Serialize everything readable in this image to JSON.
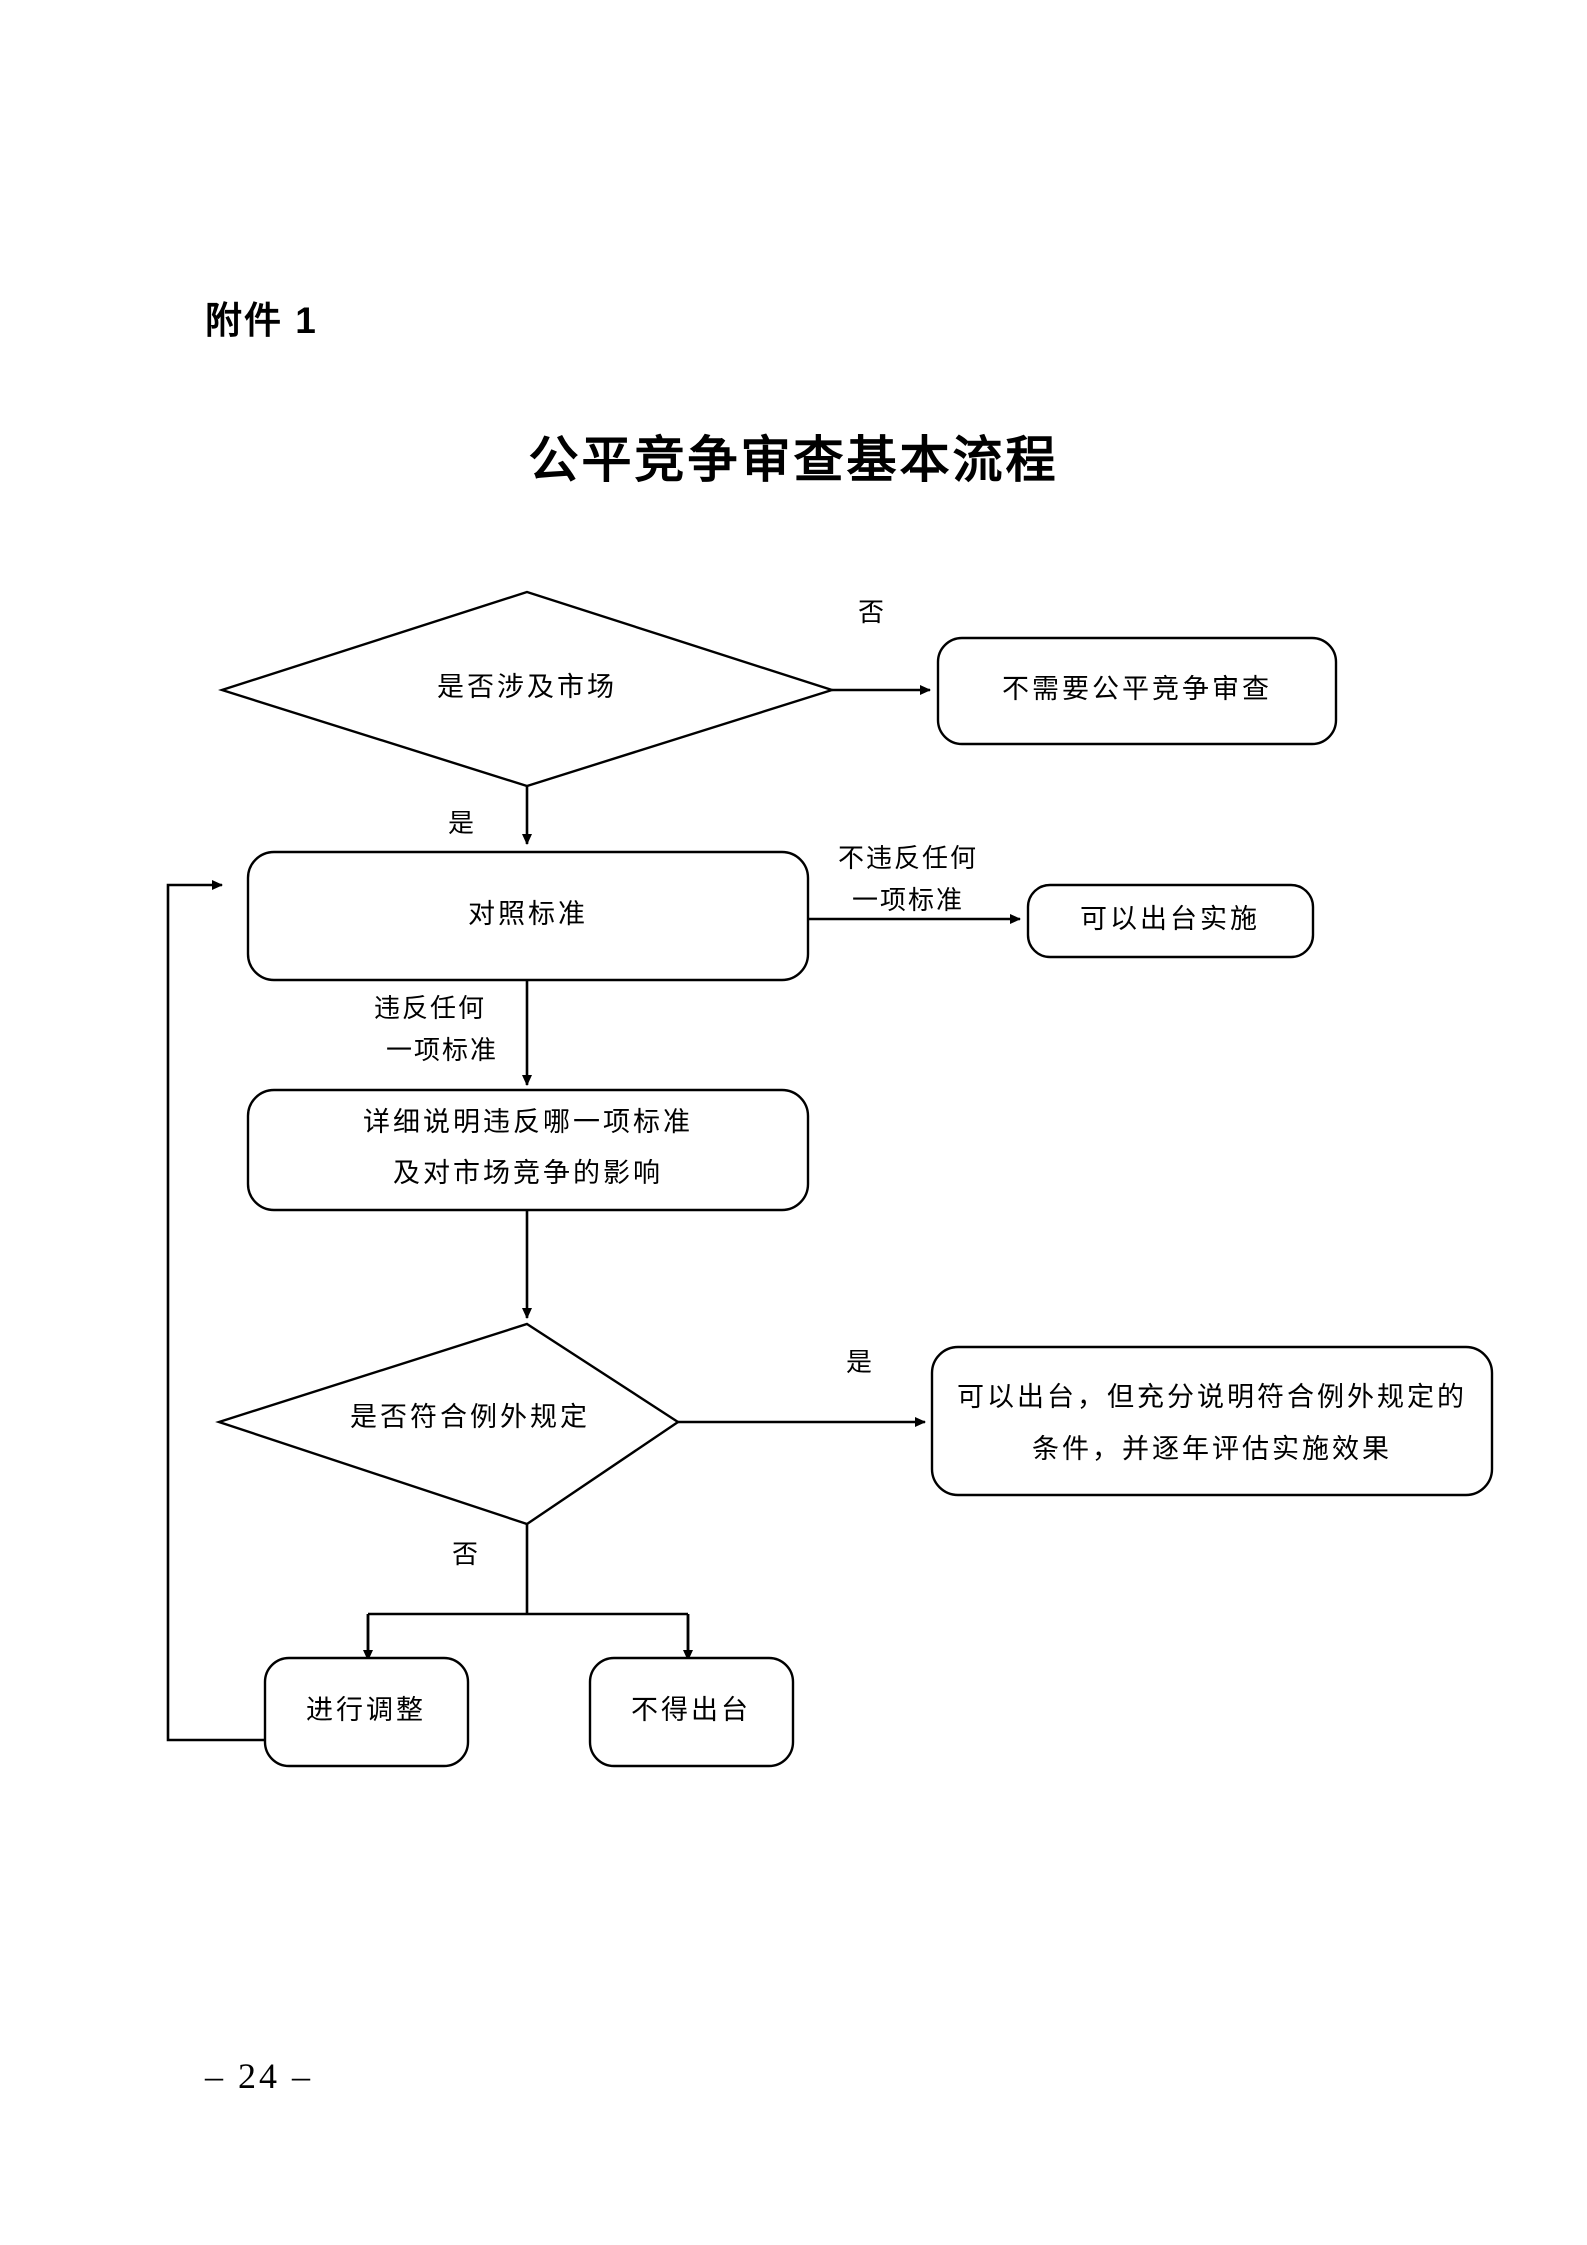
{
  "document": {
    "attachment_label": "附件 1",
    "title": "公平竞争审查基本流程",
    "page_number": "– 24 –"
  },
  "chart_data": {
    "type": "diagram",
    "title": "公平竞争审查基本流程",
    "nodes": [
      {
        "id": "n1",
        "shape": "diamond",
        "text": "是否涉及市场"
      },
      {
        "id": "n2",
        "shape": "rounded-rect",
        "text": "不需要公平竞争审查"
      },
      {
        "id": "n3",
        "shape": "rounded-rect",
        "text": "对照标准"
      },
      {
        "id": "n4",
        "shape": "rounded-rect",
        "text": "可以出台实施"
      },
      {
        "id": "n5",
        "shape": "rounded-rect",
        "text_line1": "详细说明违反哪一项标准",
        "text_line2": "及对市场竞争的影响"
      },
      {
        "id": "n6",
        "shape": "diamond",
        "text": "是否符合例外规定"
      },
      {
        "id": "n7",
        "shape": "rounded-rect",
        "text_line1": "可以出台，但充分说明符合例外规定的",
        "text_line2": "条件，并逐年评估实施效果"
      },
      {
        "id": "n8",
        "shape": "rounded-rect",
        "text": "进行调整"
      },
      {
        "id": "n9",
        "shape": "rounded-rect",
        "text": "不得出台"
      }
    ],
    "edges": [
      {
        "from": "n1",
        "to": "n2",
        "label": "否"
      },
      {
        "from": "n1",
        "to": "n3",
        "label": "是"
      },
      {
        "from": "n3",
        "to": "n4",
        "label_line1": "不违反任何",
        "label_line2": "一项标准"
      },
      {
        "from": "n3",
        "to": "n5",
        "label_line1": "违反任何",
        "label_line2": "一项标准"
      },
      {
        "from": "n5",
        "to": "n6",
        "label": ""
      },
      {
        "from": "n6",
        "to": "n7",
        "label": "是"
      },
      {
        "from": "n6",
        "to": "n8",
        "label": "否"
      },
      {
        "from": "n6",
        "to": "n9",
        "label": "否"
      },
      {
        "from": "n8",
        "to": "n3",
        "label": ""
      }
    ]
  },
  "labels": {
    "no": "否",
    "yes": "是",
    "no_violation_l1": "不违反任何",
    "no_violation_l2": "一项标准",
    "violation_l1": "违反任何",
    "violation_l2": "一项标准"
  },
  "nodes": {
    "decision_market": "是否涉及市场",
    "no_review_needed": "不需要公平竞争审查",
    "compare_standards": "对照标准",
    "can_implement": "可以出台实施",
    "explain_l1": "详细说明违反哪一项标准",
    "explain_l2": "及对市场竞争的影响",
    "decision_exception": "是否符合例外规定",
    "exception_ok_l1": "可以出台，但充分说明符合例外规定的",
    "exception_ok_l2": "条件，并逐年评估实施效果",
    "adjust": "进行调整",
    "cannot_issue": "不得出台"
  },
  "colors": {
    "ink": "#000000",
    "paper": "#ffffff"
  }
}
